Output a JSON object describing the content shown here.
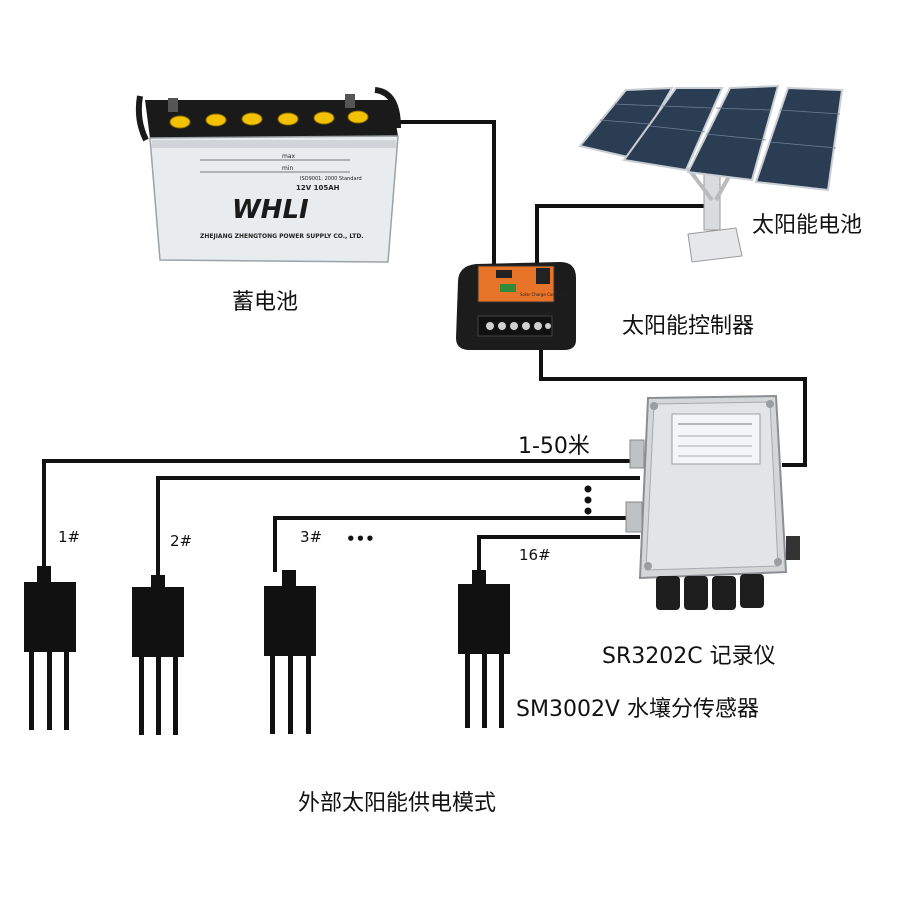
{
  "labels": {
    "battery": "蓄电池",
    "solar_panel": "太阳能电池",
    "controller": "太阳能控制器",
    "cable_length": "1-50米",
    "logger": "SR3202C  记录仪",
    "sensor": "SM3002V  水壤分传感器",
    "mode": "外部太阳能供电模式",
    "ellipsis": "•••"
  },
  "battery": {
    "brand": "WHLI",
    "spec": "12V  105AH",
    "manufacturer": "ZHEJIANG ZHENGTONG POWER SUPPLY CO., LTD.",
    "max": "max",
    "min": "min",
    "standard": "ISO9001: 2000 Standard"
  },
  "controller": {
    "title": "Solar Charge Controller"
  },
  "sensors": [
    {
      "id": "1#"
    },
    {
      "id": "2#"
    },
    {
      "id": "3#"
    },
    {
      "id": "16#"
    }
  ],
  "colors": {
    "wire": "#111111",
    "battery_top": "#1a1a1a",
    "battery_caps": "#f2c200",
    "battery_body": "#e8ecef",
    "panel": "#2b3d52",
    "controller_body": "#1c1c1c",
    "controller_face": "#e8742a",
    "logger_body": "#d4d6d8",
    "sensor_body": "#111111"
  }
}
